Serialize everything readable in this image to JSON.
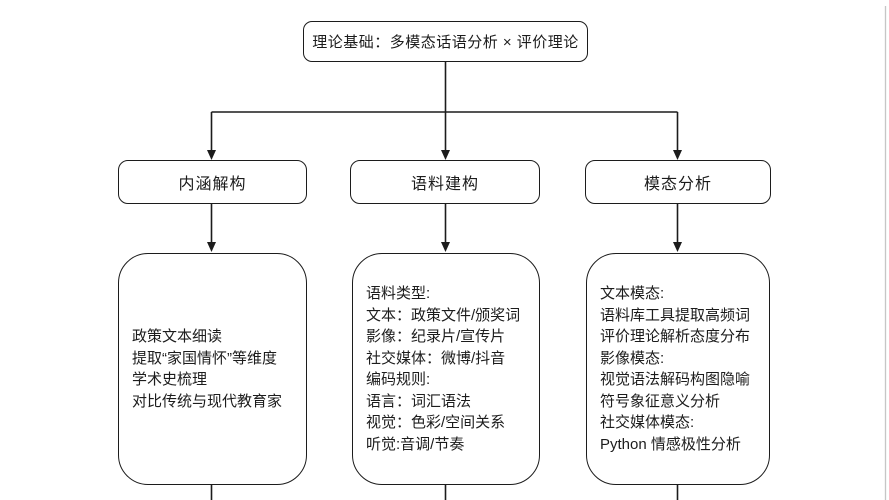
{
  "colors": {
    "stroke": "#1c1c1c",
    "background": "#ffffff",
    "edge_line": "#c6c6c6"
  },
  "diagram": {
    "root": {
      "label": "理论基础：多模态话语分析 × 评价理论"
    },
    "branches": [
      {
        "label": "内涵解构",
        "details": [
          "政策文本细读",
          "提取“家国情怀”等维度",
          "学术史梳理",
          "对比传统与现代教育家"
        ]
      },
      {
        "label": "语料建构",
        "details": [
          "语料类型:",
          "文本：政策文件/颁奖词",
          "影像：纪录片/宣传片",
          "社交媒体：微博/抖音",
          "编码规则:",
          "语言：词汇语法",
          "视觉：色彩/空间关系",
          "听觉:音调/节奏"
        ]
      },
      {
        "label": "模态分析",
        "details": [
          "文本模态:",
          "语料库工具提取高频词",
          "评价理论解析态度分布",
          "影像模态:",
          "视觉语法解码构图隐喻",
          "符号象征意义分析",
          "社交媒体模态:",
          "Python 情感极性分析"
        ]
      }
    ]
  }
}
